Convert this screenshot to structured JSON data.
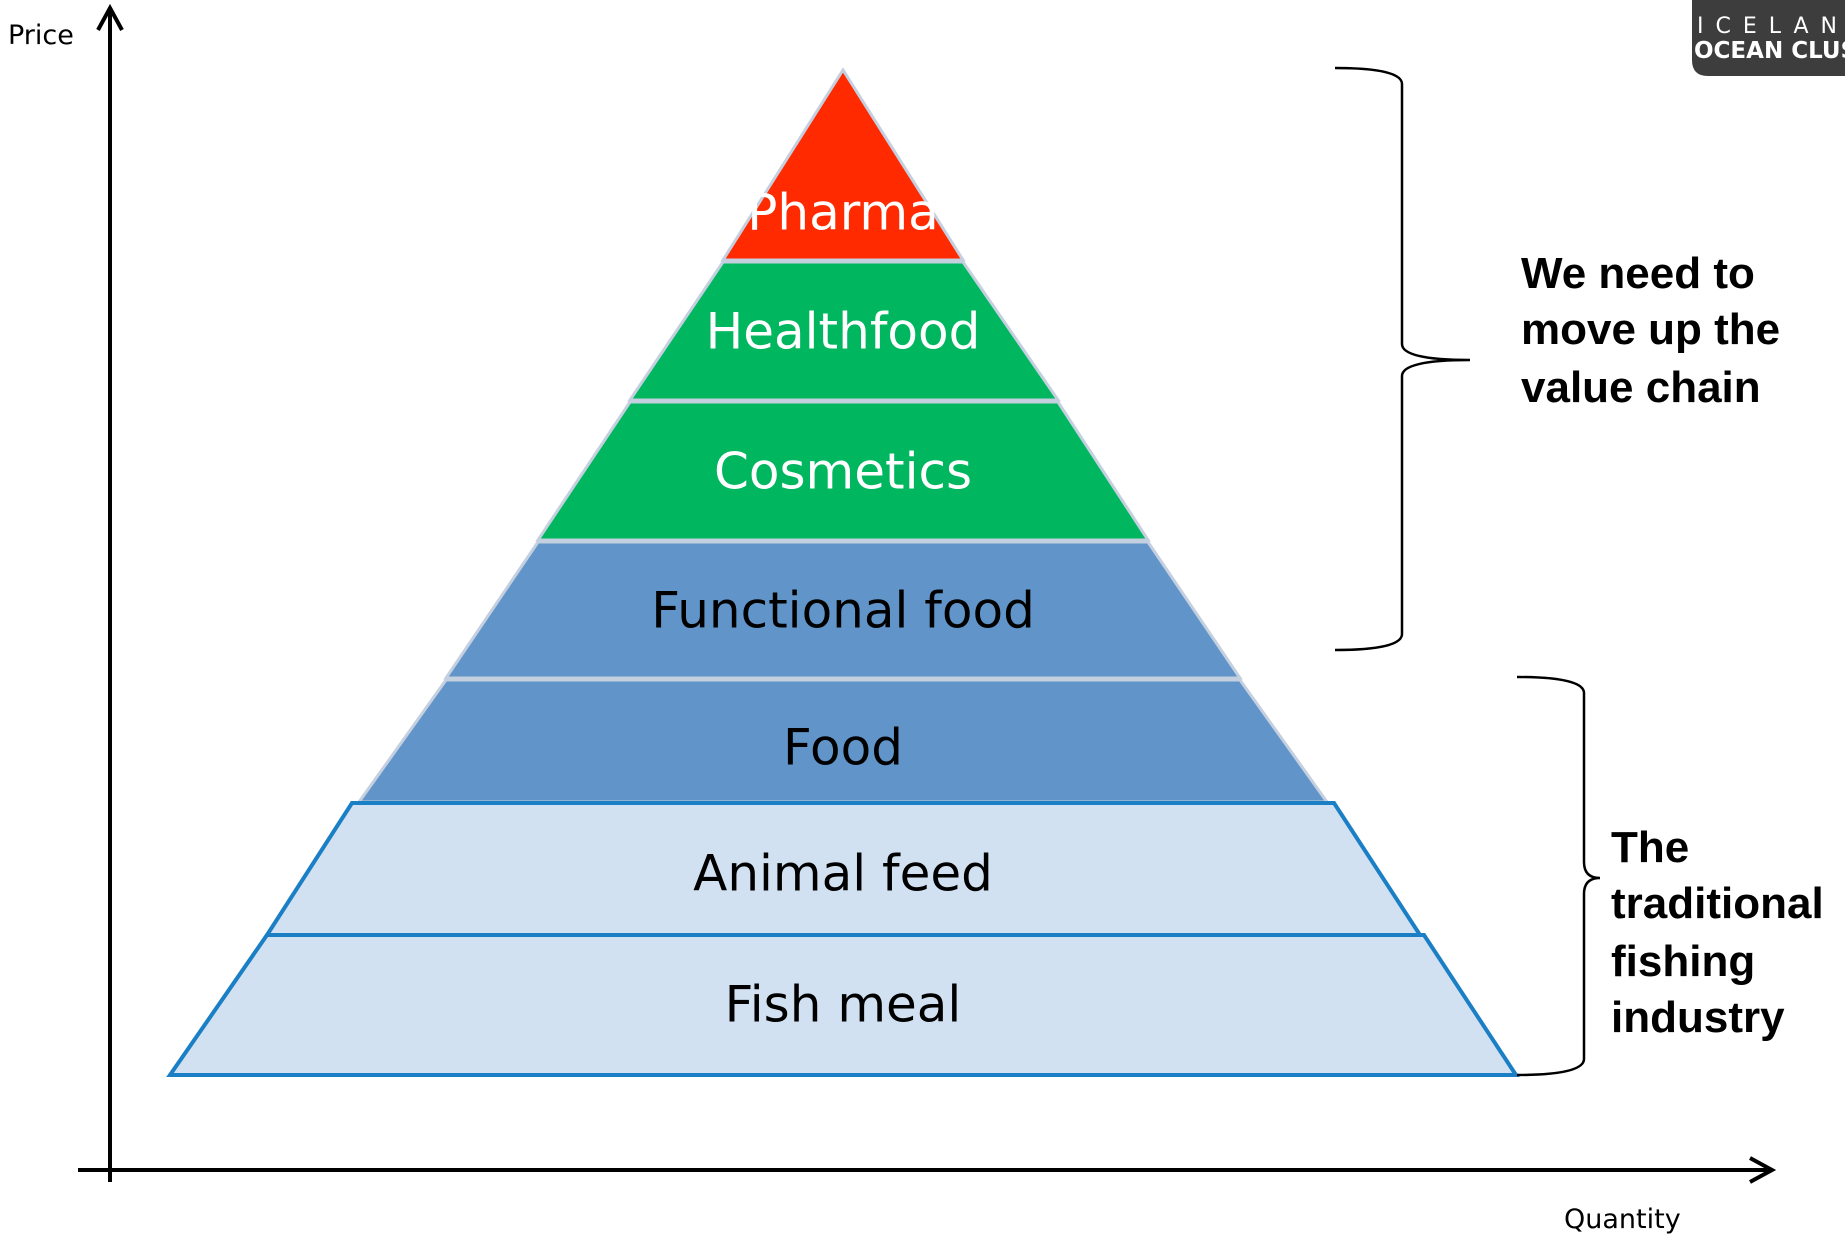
{
  "axes": {
    "y_label": "Price",
    "x_label": "Quantity"
  },
  "pyramid": {
    "layers": [
      {
        "label": "Pharma",
        "fill": "#ff2a00",
        "text_color": "#ffffff"
      },
      {
        "label": "Healthfood",
        "fill": "#00b75f",
        "text_color": "#ffffff"
      },
      {
        "label": "Cosmetics",
        "fill": "#00b75f",
        "text_color": "#ffffff"
      },
      {
        "label": "Functional food",
        "fill": "#6195c9",
        "text_color": "#000000"
      },
      {
        "label": "Food",
        "fill": "#6195c9",
        "text_color": "#000000"
      },
      {
        "label": "Animal feed",
        "fill": "#d2e1f2",
        "text_color": "#000000"
      },
      {
        "label": "Fish meal",
        "fill": "#d2e1f2",
        "text_color": "#000000"
      }
    ]
  },
  "braces": {
    "upper": {
      "lines": [
        "We need to",
        "move up the",
        "value chain"
      ]
    },
    "lower": {
      "lines": [
        "The",
        "traditional",
        "fishing",
        "industry"
      ]
    }
  },
  "logo": {
    "top": "ICELAN",
    "bottom": "OCEAN CLUSTE"
  },
  "colors": {
    "pharma": "#ff2a00",
    "green": "#00b75f",
    "mid_blue": "#6195c9",
    "light_blue": "#d2e1f2",
    "outline_blue": "#1b7fc6"
  }
}
